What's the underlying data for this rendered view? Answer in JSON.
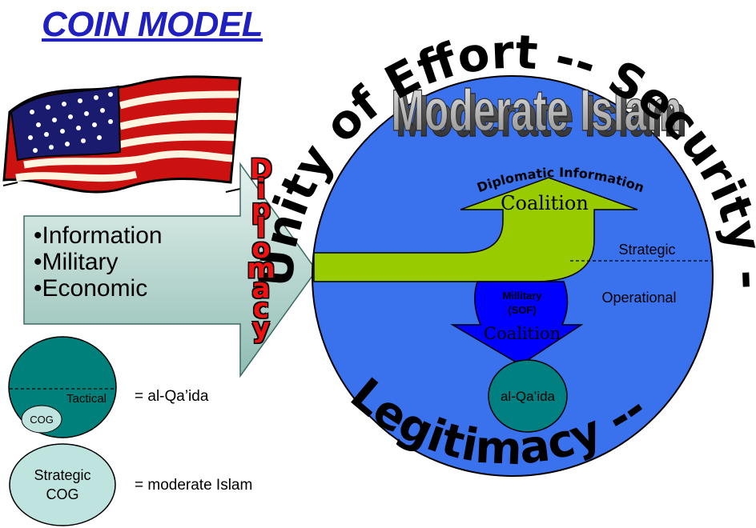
{
  "title": "COIN MODEL",
  "left_arrow": {
    "items": [
      "•Information",
      "•Military",
      "•Economic"
    ]
  },
  "diplomacy_letters": [
    "D",
    "i",
    "p",
    "l",
    "o",
    "m",
    "a",
    "c",
    "y"
  ],
  "ring_text": {
    "top": "Unity of Effort -- Security -- Objective -- ",
    "bottom": "Legitimacy -- "
  },
  "globe": {
    "headline": "Moderate Islam",
    "green_arrow": {
      "arc_label": "Diplomatic Information",
      "coalition_label": "Coalition"
    },
    "blue_arrow": {
      "line1": "Millitary",
      "line2": "(SOF)",
      "coalition_label": "Coalition"
    },
    "level_strategic": "Strategic",
    "level_operational": "Operational",
    "target_label": "al-Qa’ida"
  },
  "legend": {
    "tactical_circle": {
      "label": "Tactical",
      "inner": "COG",
      "meaning": "= al-Qa’ida"
    },
    "strategic_circle": {
      "line1": "Strategic",
      "line2": "COG",
      "meaning": "= moderate Islam"
    }
  },
  "colors": {
    "title": "#2020c0",
    "globe": "#3a72ee",
    "green_arrow": "#99cc00",
    "blue_arrow": "#0000ff",
    "teal_circle": "#008080",
    "legend_teal": "#00807a",
    "diplomacy_text": "#ee1111",
    "flag_red": "#cc1111",
    "flag_blue": "#000080"
  }
}
